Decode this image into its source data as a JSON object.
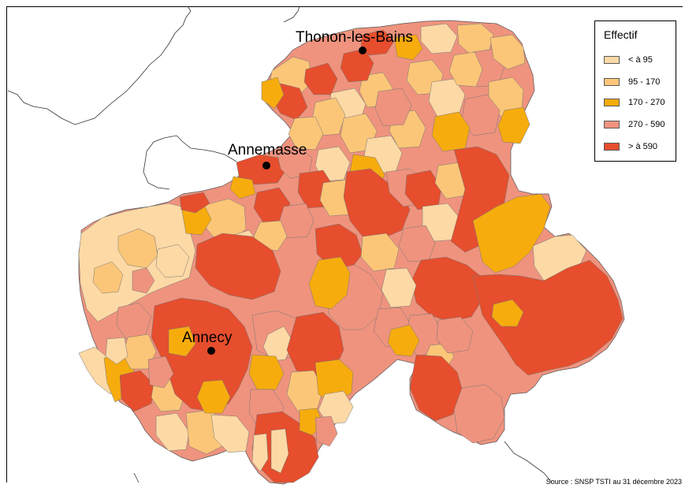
{
  "map": {
    "cities": [
      {
        "name": "Thonon-les-Bains"
      },
      {
        "name": "Annemasse"
      },
      {
        "name": "Annecy"
      }
    ]
  },
  "legend": {
    "title": "Effectif",
    "items": [
      {
        "label": "< à 95",
        "color": "#fdd9a5"
      },
      {
        "label": "95 - 170",
        "color": "#fcc678"
      },
      {
        "label": "170 - 270",
        "color": "#f7ac0d"
      },
      {
        "label": "270 - 590",
        "color": "#ef937e"
      },
      {
        "label": "> à 590",
        "color": "#e64e2d"
      }
    ]
  },
  "source": "Source : SNSP TSTI au 31 décembre 2023"
}
